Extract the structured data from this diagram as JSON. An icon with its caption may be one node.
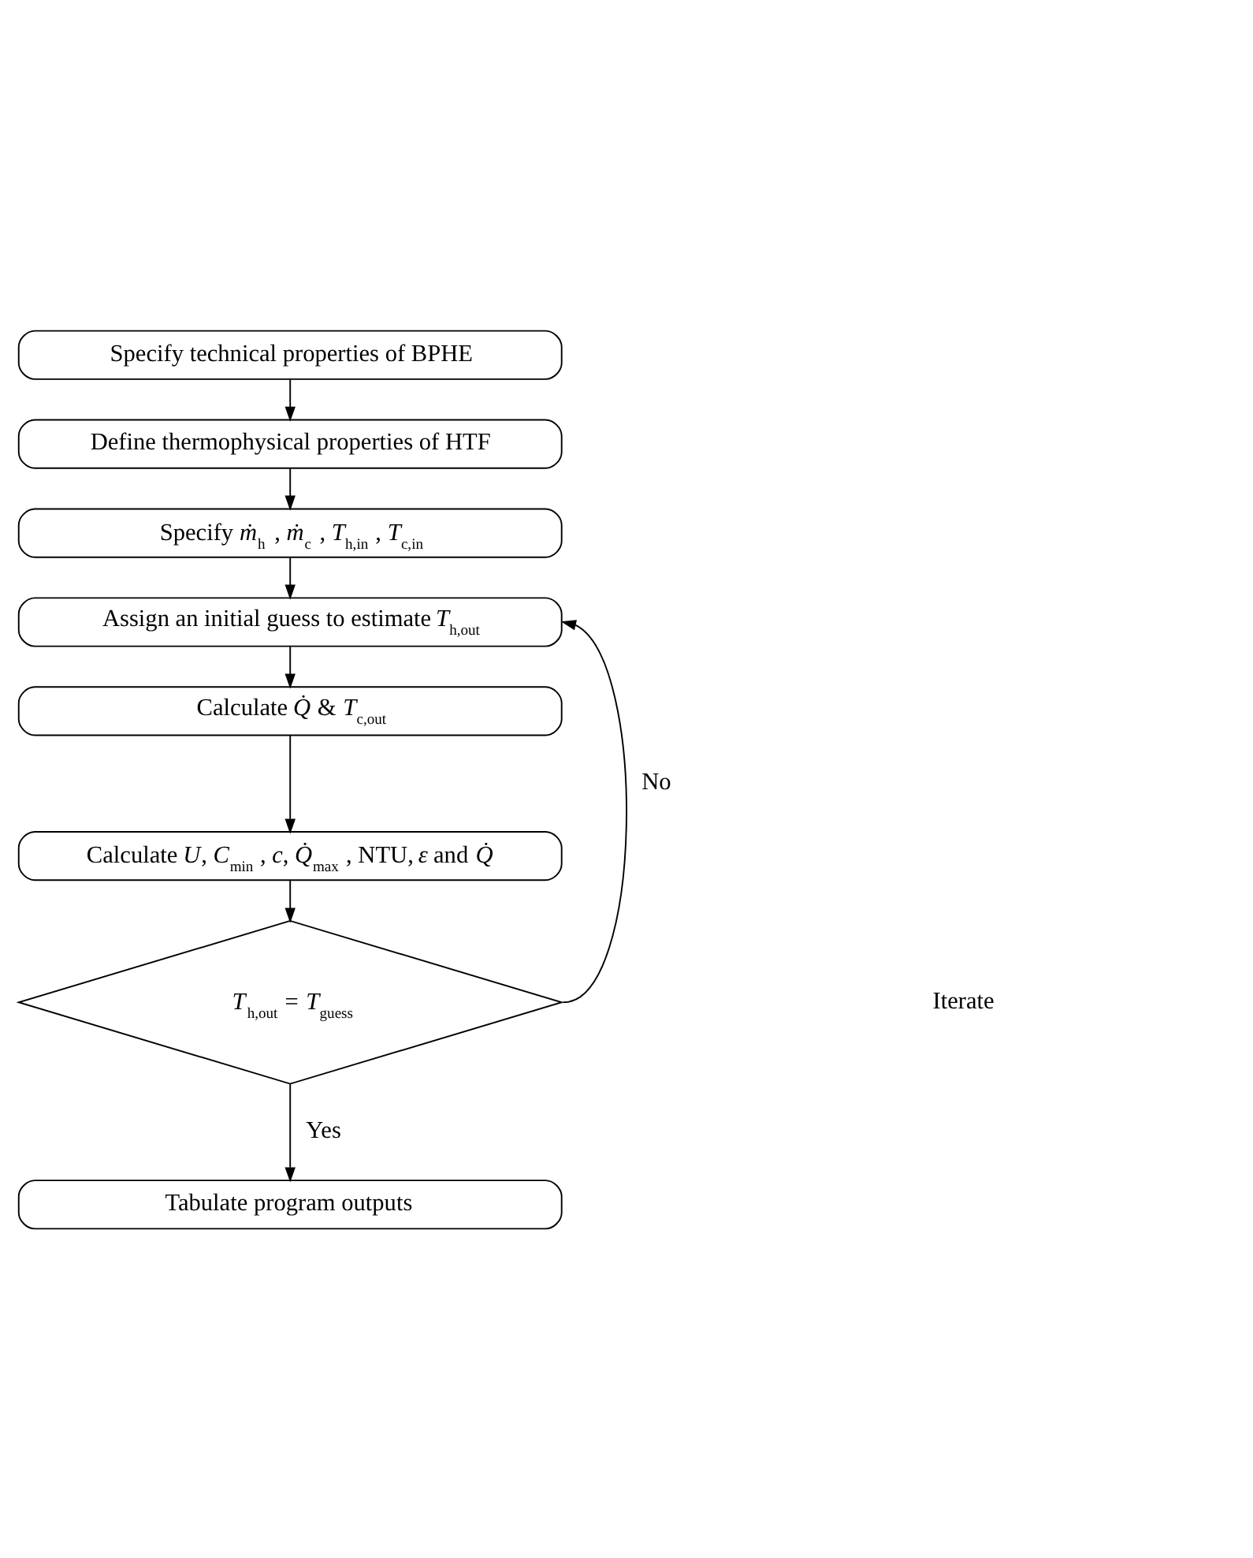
{
  "diagram": {
    "nodes": [
      {
        "text": [
          "Specify technical properties of BPHE"
        ]
      },
      {
        "text": [
          "Define thermophysical properties of HTF"
        ]
      },
      {
        "text": [
          "Specify *ṁ*$_{h}$ , *ṁ*$_{c}$ , *T*$_{h,in}$ , *T*$_{c,in}$"
        ]
      },
      {
        "text": [
          "Assign an initial guess to estimate *T*$_{h,out}$"
        ]
      },
      {
        "text": [
          "Calculate *Q̇* & *T*$_{c,out}$"
        ]
      },
      {
        "text": [
          "Calculate *U*, *C*$_{min}$ , *c*, *Q̇*$_{max}$ , NTU, *ε* and *Q̇*"
        ]
      },
      {
        "text": [
          "*T*$_{h,out}$ = *T*$_{guess}$"
        ]
      },
      {
        "text": [
          "Tabulate program outputs"
        ]
      }
    ],
    "edges": [
      {
        "from": 0,
        "to": 1,
        "arrow": "to"
      },
      {
        "from": 1,
        "to": 2,
        "arrow": "to"
      },
      {
        "from": 2,
        "to": 3,
        "arrow": "to"
      },
      {
        "from": 3,
        "to": 4,
        "arrow": "to"
      },
      {
        "from": 4,
        "to": 5,
        "arrow": "to"
      },
      {
        "from": 5,
        "to": 6,
        "arrow": "to"
      },
      {
        "from": 6,
        "to": 3,
        "arrow": "to",
        "label": "No"
      },
      {
        "from": 6,
        "to": 7,
        "arrow": "to",
        "label": "Yes"
      }
    ],
    "labels": [
      "Iterate"
    ]
  }
}
